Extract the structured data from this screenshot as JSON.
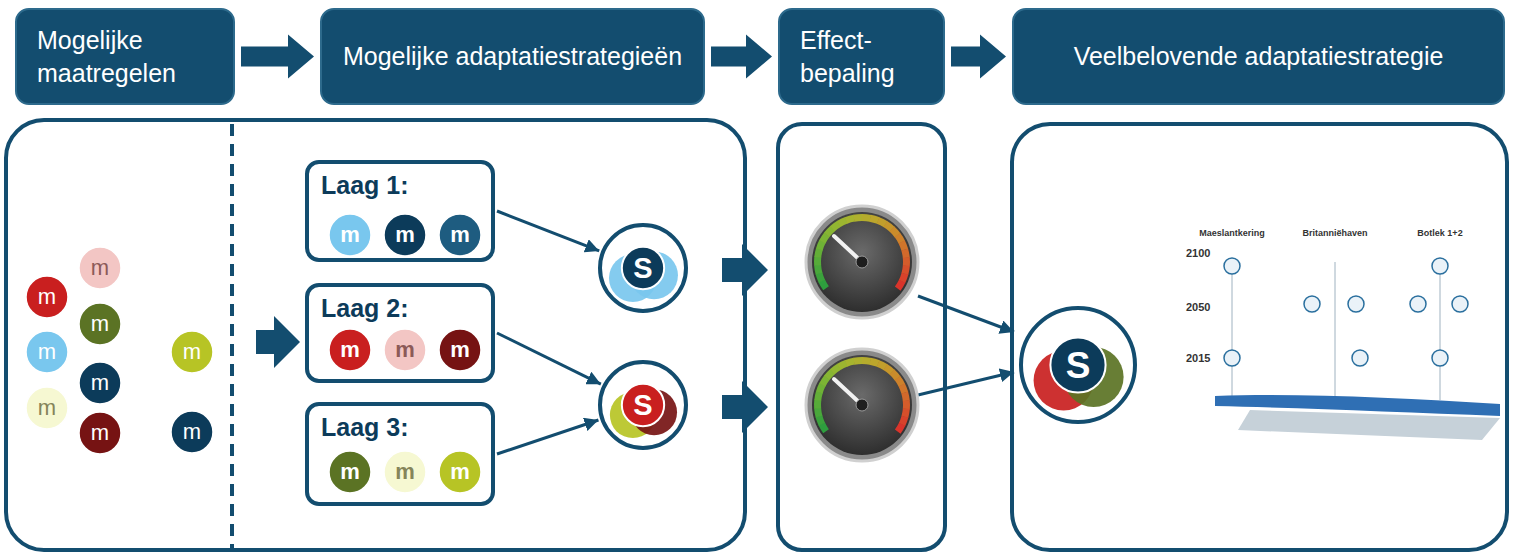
{
  "diagram": {
    "nodes": [
      {
        "text": [
          "Mogelijke maatregelen"
        ]
      },
      {
        "text": [
          "Mogelijke adaptatiestrategieën"
        ]
      },
      {
        "text": [
          "Effect- bepaling"
        ]
      },
      {
        "text": [
          "Veelbelovende adaptatiestrategie"
        ]
      },
      {
        "text": [
          "m"
        ]
      },
      {
        "text": [
          "m"
        ]
      },
      {
        "text": [
          "m"
        ]
      },
      {
        "text": [
          "m"
        ]
      },
      {
        "text": [
          "m"
        ]
      },
      {
        "text": [
          "m"
        ]
      },
      {
        "text": [
          "m"
        ]
      },
      {
        "text": [
          "m"
        ]
      },
      {
        "text": [
          "m"
        ]
      },
      {
        "text": [
          "Laag 1:"
        ]
      },
      {
        "text": [
          "m"
        ],
        "in": 13
      },
      {
        "text": [
          "m"
        ],
        "in": 13
      },
      {
        "text": [
          "m"
        ],
        "in": 13
      },
      {
        "text": [
          "Laag 2:"
        ]
      },
      {
        "text": [
          "m"
        ],
        "in": 17
      },
      {
        "text": [
          "m"
        ],
        "in": 17
      },
      {
        "text": [
          "m"
        ],
        "in": 17
      },
      {
        "text": [
          "Laag 3:"
        ]
      },
      {
        "text": [
          "m"
        ],
        "in": 21
      },
      {
        "text": [
          "m"
        ],
        "in": 21
      },
      {
        "text": [
          "m"
        ],
        "in": 21
      },
      {
        "text": [
          "S"
        ]
      },
      {
        "text": [
          "S"
        ]
      },
      {
        "text": [
          "S"
        ]
      }
    ],
    "edges": [
      {
        "from": 0,
        "to": 1,
        "arrow": "to"
      },
      {
        "from": 1,
        "to": 2,
        "arrow": "to"
      },
      {
        "from": 2,
        "to": 3,
        "arrow": "to"
      },
      {
        "from": 13,
        "to": 25,
        "arrow": "to"
      },
      {
        "from": 17,
        "to": 26,
        "arrow": "to"
      },
      {
        "from": 21,
        "to": 26,
        "arrow": "to"
      }
    ],
    "labels": [
      "Maeslantkering",
      "Britanniëhaven",
      "Botlek 1+2",
      "2100",
      "2050",
      "2015"
    ]
  }
}
